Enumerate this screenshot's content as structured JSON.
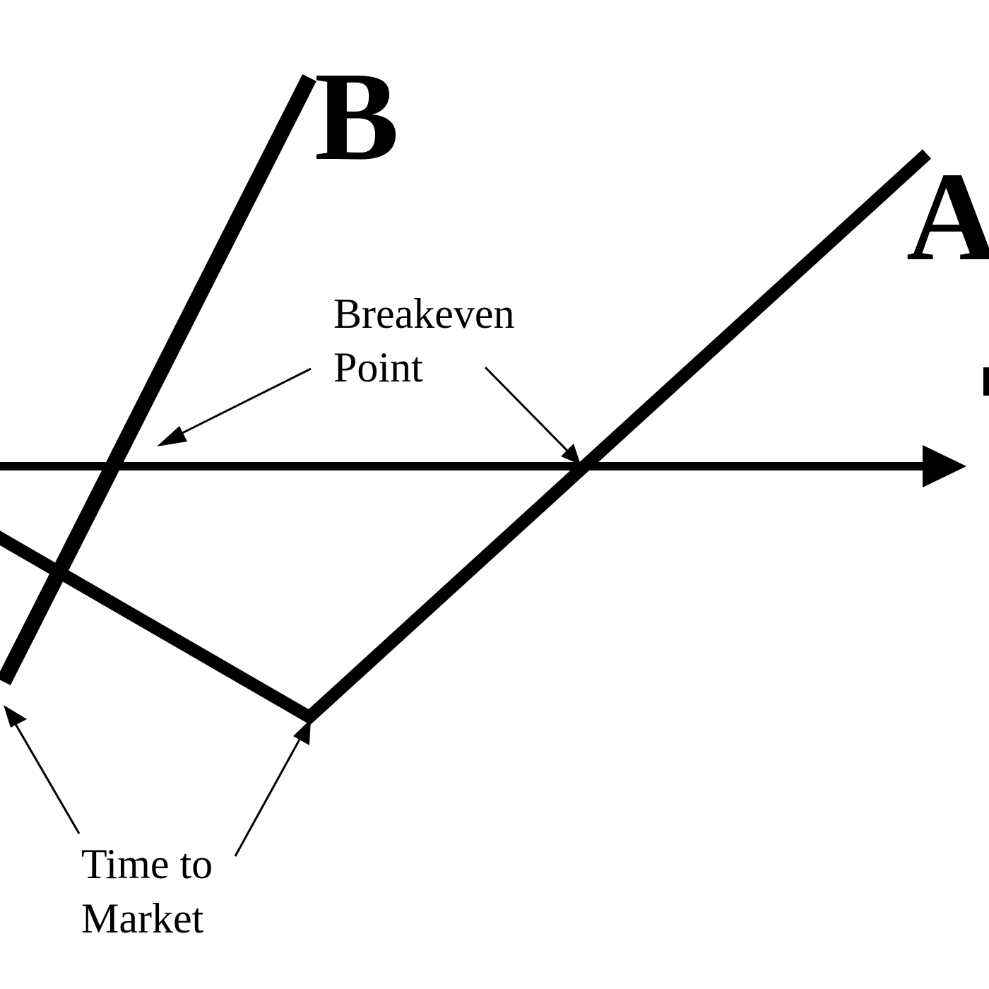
{
  "diagram": {
    "line_color": "#000000",
    "background": "#ffffff",
    "series": {
      "b_label": "B",
      "a_label": "A"
    },
    "callouts": {
      "breakeven": {
        "line1": "Breakeven",
        "line2": "Point"
      },
      "time_to_market": {
        "line1": "Time to",
        "line2": "Market"
      }
    }
  }
}
